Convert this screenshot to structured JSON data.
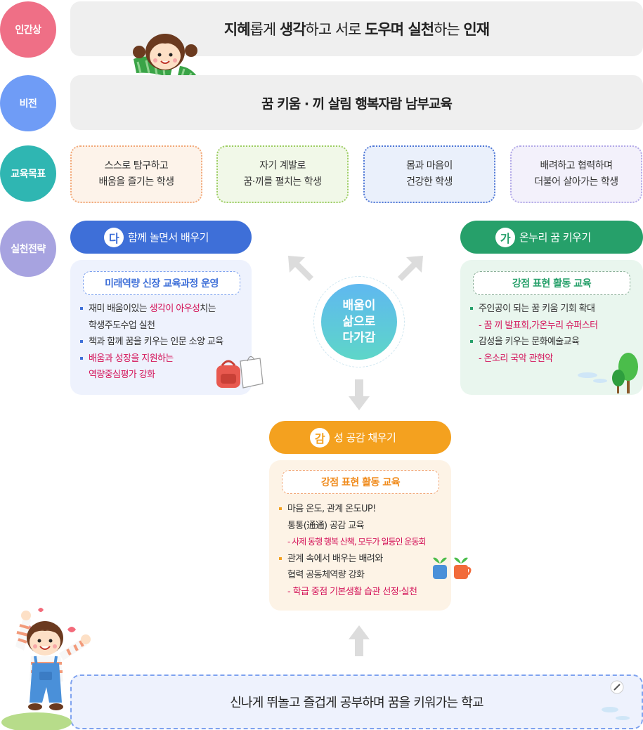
{
  "sidebar": {
    "ideal": "인간상",
    "vision": "비전",
    "goals": "교육목표",
    "strategy": "실천전략"
  },
  "ideal_bar": {
    "w1": "지혜",
    "w2": "롭게 ",
    "w3": "생각",
    "w4": "하고 서로 ",
    "w5": "도우며 실천",
    "w6": "하는 ",
    "w7": "인재"
  },
  "vision_bar": {
    "text": "꿈 키움 · 끼 살림 행복자람 남부교육"
  },
  "goals": [
    {
      "text": "스스로 탐구하고\n배움을 즐기는 학생"
    },
    {
      "text": "자기 계발로\n꿈·끼를 펼치는 학생"
    },
    {
      "text": "몸과 마음이\n건강한 학생"
    },
    {
      "text": "배려하고 협력하며\n더불어 살아가는 학생"
    }
  ],
  "center": {
    "text": "배움이\n삶으로\n다가감"
  },
  "strategy_da": {
    "badge": "다",
    "title": "함께 놀면서 배우기",
    "subtitle": "미래역량 신장 교육과정 운영",
    "i1a": "재미 배움이있는 ",
    "i1b": "생각이 아우성",
    "i1c": "치는",
    "i1d": "학생주도수업 실천",
    "i2": "책과 함께 꿈을 키우는 인문 소양 교육",
    "i3a": "배움과 성장을 지원하는",
    "i3b": "역량중심평가 강화"
  },
  "strategy_ga": {
    "badge": "가",
    "title": "온누리 꿈 키우기",
    "subtitle": "강점 표현 활동 교육",
    "i1": "주인공이 되는 꿈 키움 기회 확대",
    "i1s": "- 꿈 끼 발표회,가온누리 슈퍼스터",
    "i2": "감성을 키우는 문화예술교육",
    "i2s": "- 온소리 국악 관현악"
  },
  "strategy_gam": {
    "badge": "감",
    "title": "성 공감 채우기",
    "subtitle": "강점 표현 활동 교육",
    "i1a": "마음 온도, 관계 온도UP!",
    "i1b": "통통(通通) 공감 교육",
    "i1s": "- 사제 동행 행복 산책, 모두가 일등인 운동회",
    "i2a": "관계 속에서 배우는 배려와",
    "i2b": "협력 공동체역량 강화",
    "i2s": "- 학급 중점 기본생활 습관 선정·실천"
  },
  "bottom": {
    "text": "신나게 뛰놀고 즐겁게 공부하며 꿈을 키워가는 학교"
  },
  "colors": {
    "ideal": "#ef6f86",
    "vision": "#6f9cf6",
    "goals": "#2fb6b2",
    "strategy": "#a7a3e0",
    "da": "#3e6fd8",
    "ga": "#26a06a",
    "gam": "#f4a11f",
    "highlight": "#d4145a"
  }
}
